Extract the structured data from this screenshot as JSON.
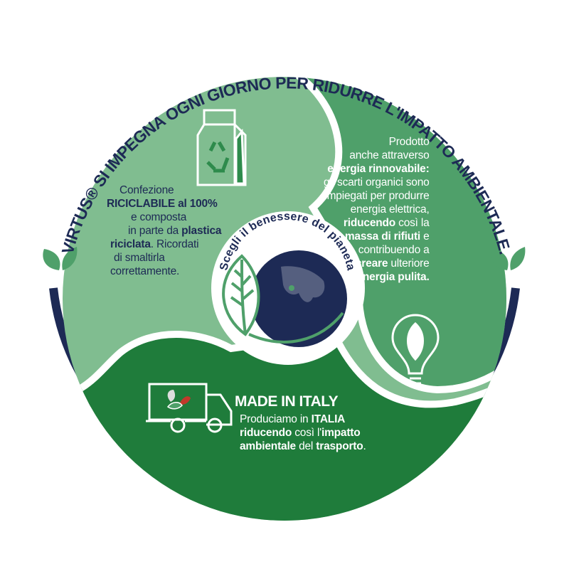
{
  "title_arc": "VIRTUS® SI IMPEGNA OGNI GIORNO PER RIDURRE L'IMPATTO AMBIENTALE.",
  "center_arc": "Scegli il benessere del pianeta",
  "colors": {
    "light_green": "#80bd90",
    "mid_green": "#4fa06a",
    "dark_green": "#1f7c3b",
    "navy": "#1d2a55"
  },
  "left_panel": {
    "icon": "recyclable-bag-icon",
    "lines": [
      [
        {
          "t": "Confezione",
          "b": false
        }
      ],
      [
        {
          "t": "RICICLABILE al 100%",
          "b": true
        }
      ],
      [
        {
          "t": "e composta",
          "b": false
        }
      ],
      [
        {
          "t": "in parte da ",
          "b": false
        },
        {
          "t": "plastica",
          "b": true
        }
      ],
      [
        {
          "t": "riciclata",
          "b": true
        },
        {
          "t": ". Ricordati",
          "b": false
        }
      ],
      [
        {
          "t": "di smaltirla",
          "b": false
        }
      ],
      [
        {
          "t": "correttamente.",
          "b": false
        }
      ]
    ]
  },
  "right_panel": {
    "icon": "lightbulb-leaf-icon",
    "lines": [
      [
        {
          "t": "Prodotto",
          "b": false
        }
      ],
      [
        {
          "t": "anche attraverso",
          "b": false
        }
      ],
      [
        {
          "t": "energia rinnovabile:",
          "b": true
        }
      ],
      [
        {
          "t": "gli scarti organici sono",
          "b": false
        }
      ],
      [
        {
          "t": "impiegati per produrre",
          "b": false
        }
      ],
      [
        {
          "t": "energia elettrica,",
          "b": false
        }
      ],
      [
        {
          "t": "riducendo",
          "b": true
        },
        {
          "t": " così la",
          "b": false
        }
      ],
      [
        {
          "t": "massa di rifiuti",
          "b": true
        },
        {
          "t": " e",
          "b": false
        }
      ],
      [
        {
          "t": "contribuendo a",
          "b": false
        }
      ],
      [
        {
          "t": "creare",
          "b": true
        },
        {
          "t": " ulteriore",
          "b": false
        }
      ],
      [
        {
          "t": "energia pulita.",
          "b": true
        }
      ]
    ]
  },
  "bottom_panel": {
    "icon": "delivery-truck-icon",
    "title": "MADE IN ITALY",
    "lines": [
      [
        {
          "t": "Produciamo in ",
          "b": false
        },
        {
          "t": "ITALIA",
          "b": true
        }
      ],
      [
        {
          "t": "riducendo",
          "b": true
        },
        {
          "t": " così l'",
          "b": false
        },
        {
          "t": "impatto",
          "b": true
        }
      ],
      [
        {
          "t": "ambientale",
          "b": true
        },
        {
          "t": " del ",
          "b": false
        },
        {
          "t": "trasporto",
          "b": true
        },
        {
          "t": ".",
          "b": false
        }
      ]
    ]
  }
}
